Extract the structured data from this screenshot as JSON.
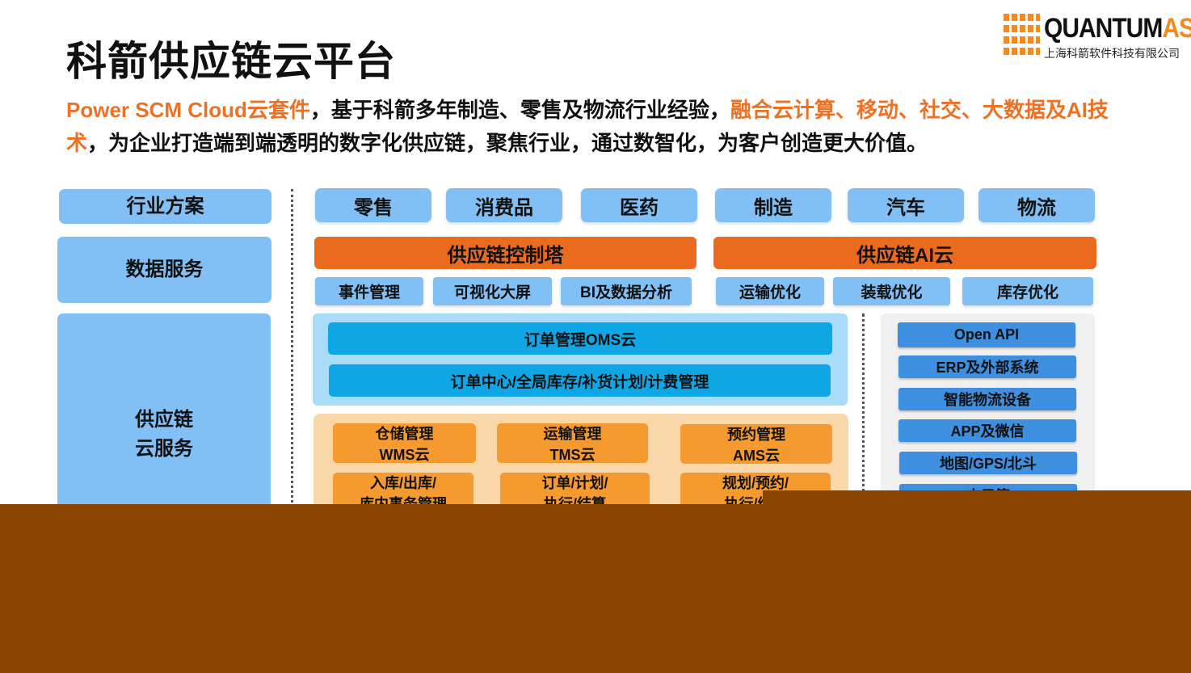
{
  "title": "科箭供应链云平台",
  "logo": {
    "name_part1": "QUANTUM",
    "name_part2": "ASIA",
    "subtitle": "上海科箭软件科技有限公司",
    "color": "#f28a22"
  },
  "intro": {
    "part1": "Power SCM Cloud云套件",
    "part2": "，基于科箭多年制造、零售及物流行业经验，",
    "part3": "融合云计算、移动、社交、大数据及AI技术",
    "part4": "，为企业打造端到端透明的数字化供应链，聚焦行业，通过数智化，为客户创造更大价值。"
  },
  "left_column": {
    "industry": "行业方案",
    "data_service": "数据服务",
    "cloud_line1": "供应链",
    "cloud_line2": "云服务"
  },
  "industries": [
    "零售",
    "消费品",
    "医药",
    "制造",
    "汽车",
    "物流"
  ],
  "control_tower": {
    "title": "供应链控制塔",
    "items": [
      "事件管理",
      "可视化大屏",
      "BI及数据分析"
    ]
  },
  "ai_cloud": {
    "title": "供应链AI云",
    "items": [
      "运输优化",
      "装载优化",
      "库存优化"
    ]
  },
  "oms": {
    "title": "订单管理OMS云",
    "detail": "订单中心/全局库存/补货计划/计费管理"
  },
  "modules": [
    {
      "line1": "仓储管理",
      "line2": "WMS云",
      "sub1": "入库/出库/",
      "sub2": "库内事务管理"
    },
    {
      "line1": "运输管理",
      "line2": "TMS云",
      "sub1": "订单/计划/",
      "sub2": "执行/结算"
    },
    {
      "line1": "预约管理",
      "line2": "AMS云",
      "sub1": "规划/预约/",
      "sub2": "执行/结算"
    }
  ],
  "integrations": [
    "Open API",
    "ERP及外部系统",
    "智能物流设备",
    "APP及微信",
    "地图/GPS/北斗",
    "电子签"
  ],
  "colors": {
    "accent_orange": "#ed7124",
    "light_blue": "#81bff4",
    "bright_blue": "#0fa6e6",
    "overlay_brown": "#8b4100"
  }
}
